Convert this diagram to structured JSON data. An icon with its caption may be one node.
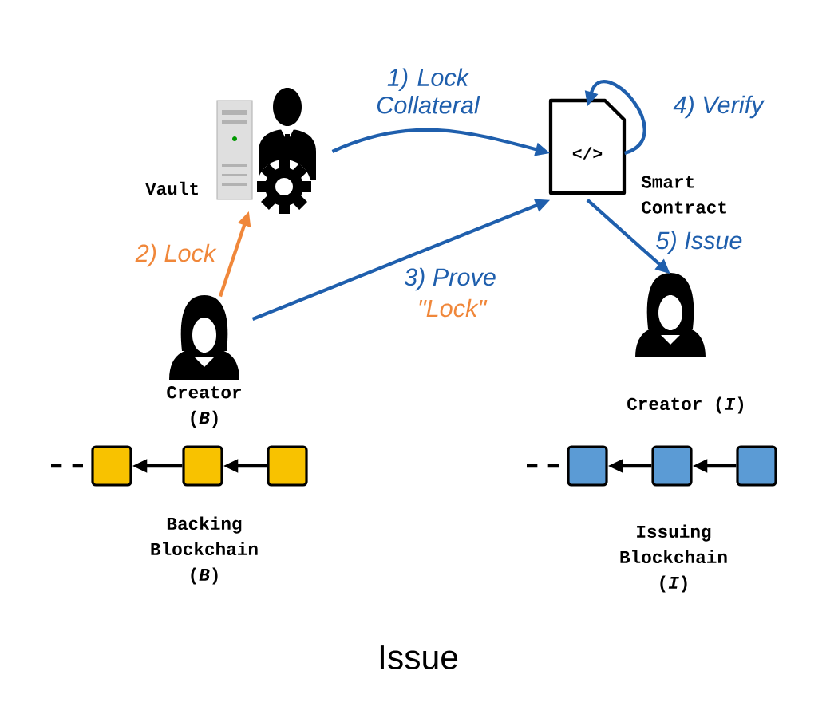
{
  "diagram": {
    "caption": "Issue",
    "nodes": [
      {
        "text": [],
        "shape": "picture",
        "beside": [
          "Vault"
        ]
      },
      {
        "text": [
          "</>"
        ],
        "beside": [
          "Smart Contract"
        ]
      },
      {
        "text": [],
        "shape": "person",
        "beside": [
          "Creator (*B*)"
        ]
      },
      {
        "text": [],
        "shape": "person",
        "beside": [
          "Creator (*I*)"
        ]
      },
      {
        "text": [],
        "shape": "box"
      },
      {
        "text": [],
        "shape": "box"
      },
      {
        "text": [],
        "shape": "box"
      },
      {
        "text": [],
        "shape": "box"
      },
      {
        "text": [],
        "shape": "box"
      },
      {
        "text": [],
        "shape": "box"
      }
    ],
    "edges": [
      {
        "from": 0,
        "to": 1,
        "arrow": "to",
        "label": "1) Lock Collateral",
        "color": "#1f5fad"
      },
      {
        "from": 2,
        "to": 0,
        "arrow": "to",
        "label": "2) Lock",
        "color": "#f0873a"
      },
      {
        "from": 2,
        "to": 1,
        "arrow": "to",
        "label": "3) Prove",
        "color": "#1f5fad"
      },
      {
        "from": 1,
        "to": 1,
        "arrow": "to",
        "label": "4) Verify",
        "color": "#1f5fad"
      },
      {
        "from": 1,
        "to": 3,
        "arrow": "to",
        "label": "5) Issue",
        "color": "#1f5fad"
      },
      {
        "from": 5,
        "to": 4,
        "arrow": "to"
      },
      {
        "from": 6,
        "to": 5,
        "arrow": "to"
      },
      {
        "from": 8,
        "to": 7,
        "arrow": "to"
      },
      {
        "from": 9,
        "to": 8,
        "arrow": "to"
      },
      {
        "from": null,
        "to": 4,
        "arrow": "none",
        "style": "dashed"
      },
      {
        "from": null,
        "to": 7,
        "arrow": "none",
        "style": "dashed"
      }
    ],
    "labels": [
      "\"Lock\"",
      "Backing Blockchain (*B*)",
      "Issuing Blockchain (*I*)"
    ]
  }
}
